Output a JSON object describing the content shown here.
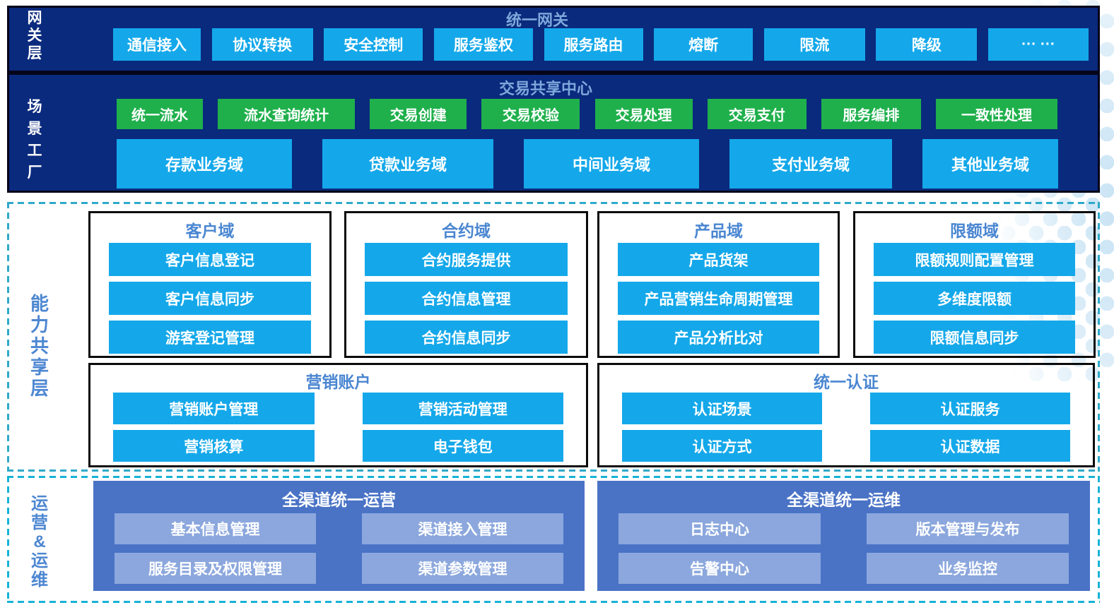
{
  "layers": {
    "gateway": {
      "label": "网关层",
      "title": "统一网关",
      "items": [
        "通信接入",
        "协议转换",
        "安全控制",
        "服务鉴权",
        "服务路由",
        "熔断",
        "限流",
        "降级",
        "··· ···"
      ]
    },
    "scenario": {
      "label": "场景工厂",
      "title": "交易共享中心",
      "shared_items": [
        "统一流水",
        "流水查询统计",
        "交易创建",
        "交易校验",
        "交易处理",
        "交易支付",
        "服务编排",
        "一致性处理"
      ],
      "domain_items": [
        "存款业务域",
        "贷款业务域",
        "中间业务域",
        "支付业务域",
        "其他业务域"
      ]
    },
    "capability": {
      "label": "能力共享层",
      "groups": [
        {
          "title": "客户域",
          "items": [
            "客户信息登记",
            "客户信息同步",
            "游客登记管理"
          ]
        },
        {
          "title": "合约域",
          "items": [
            "合约服务提供",
            "合约信息管理",
            "合约信息同步"
          ]
        },
        {
          "title": "产品域",
          "items": [
            "产品货架",
            "产品营销生命周期管理",
            "产品分析比对"
          ]
        },
        {
          "title": "限额域",
          "items": [
            "限额规则配置管理",
            "多维度限额",
            "限额信息同步"
          ]
        },
        {
          "title": "营销账户",
          "items": [
            "营销账户管理",
            "营销活动管理",
            "营销核算",
            "电子钱包"
          ]
        },
        {
          "title": "统一认证",
          "items": [
            "认证场景",
            "认证服务",
            "认证方式",
            "认证数据"
          ]
        }
      ]
    },
    "operations": {
      "label": "运营&运维",
      "groups": [
        {
          "title": "全渠道统一运营",
          "items": [
            "基本信息管理",
            "渠道接入管理",
            "服务目录及权限管理",
            "渠道参数管理"
          ]
        },
        {
          "title": "全渠道统一运维",
          "items": [
            "日志中心",
            "版本管理与发布",
            "告警中心",
            "业务监控"
          ]
        }
      ]
    }
  },
  "colors": {
    "navy": "#0a2a7d",
    "azure_button": "#14a8ea",
    "green_button": "#1fb04c",
    "navy_title_text": "#7ea7db",
    "capability_blue_text": "#4a86d1",
    "operations_box": "#4a73c6",
    "operations_button": "#8ba7dd",
    "capability_dashed_border": "#2fa9c9",
    "operations_dashed_border": "#16b2d6",
    "dot_pattern": "#a9d3ee"
  }
}
